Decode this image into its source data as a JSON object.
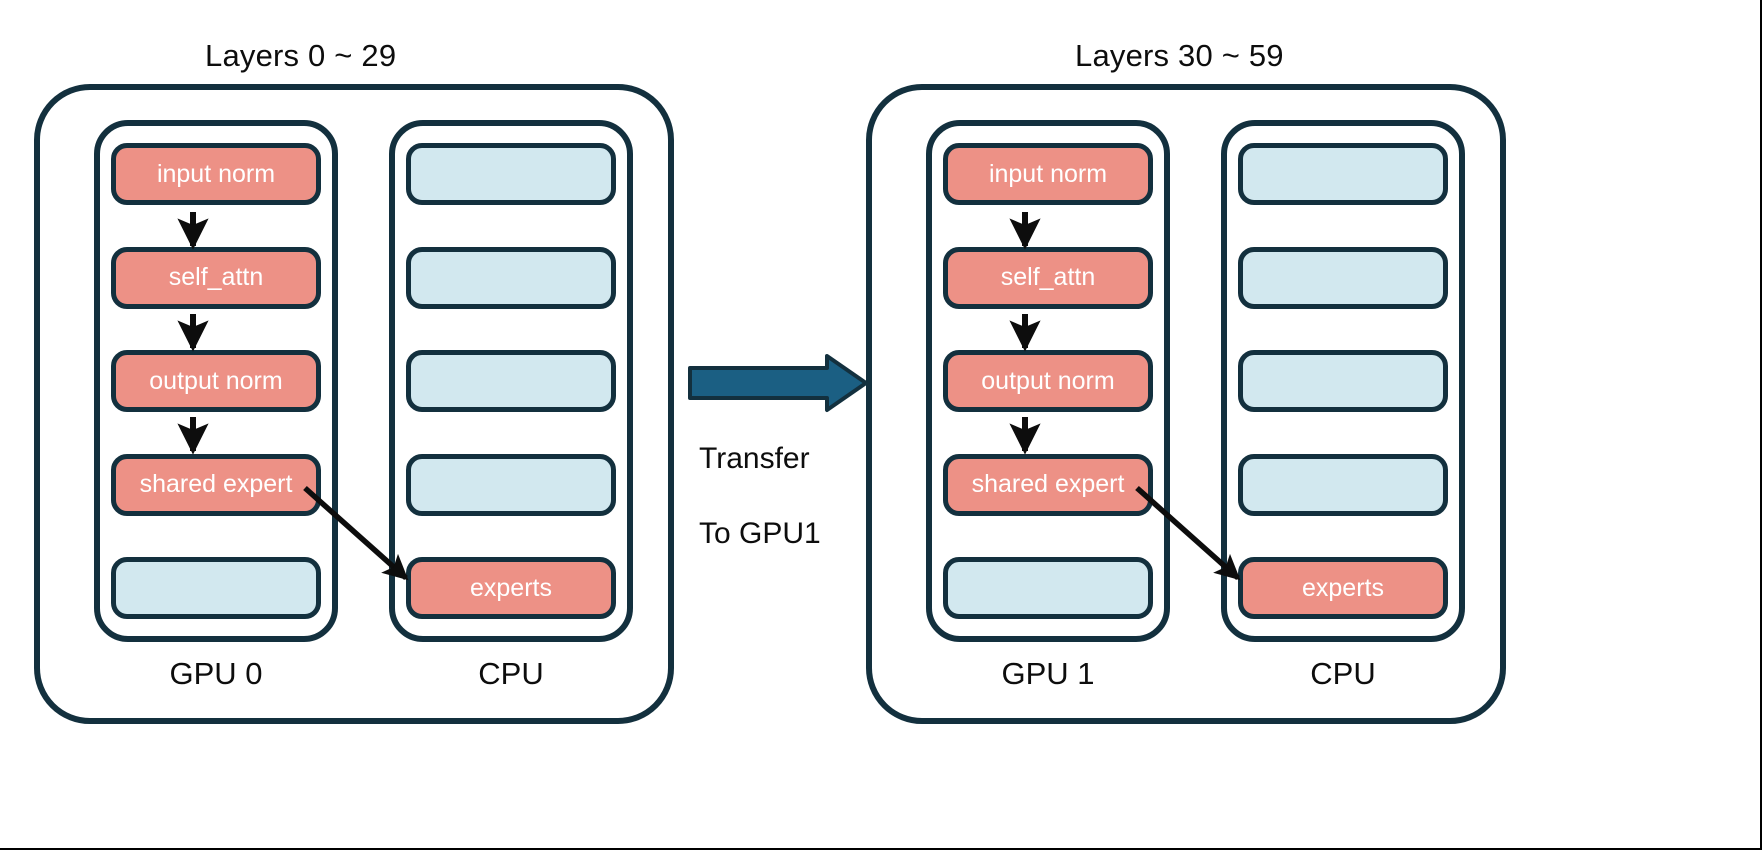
{
  "diagram": {
    "title_left": "Layers 0 ~ 29",
    "title_right": "Layers 30 ~ 59",
    "colors": {
      "active_block": "#ED9186",
      "idle_block": "#D2E8EF",
      "outline": "#13303E",
      "transfer_arrow": "#1B5F83",
      "background": "#FFFFFF",
      "text": "#0D0D0D",
      "block_text": "#FFFFFF"
    },
    "groups": [
      {
        "id": "group-left",
        "title": "Layers 0 ~ 29",
        "gpu": {
          "caption": "GPU 0",
          "blocks": [
            {
              "label": "input norm",
              "state": "active"
            },
            {
              "label": "self_attn",
              "state": "active"
            },
            {
              "label": "output norm",
              "state": "active"
            },
            {
              "label": "shared expert",
              "state": "active"
            },
            {
              "label": "",
              "state": "idle"
            }
          ]
        },
        "cpu": {
          "caption": "CPU",
          "blocks": [
            {
              "label": "",
              "state": "idle"
            },
            {
              "label": "",
              "state": "idle"
            },
            {
              "label": "",
              "state": "idle"
            },
            {
              "label": "",
              "state": "idle"
            },
            {
              "label": "experts",
              "state": "active"
            }
          ]
        }
      },
      {
        "id": "group-right",
        "title": "Layers 30 ~ 59",
        "gpu": {
          "caption": "GPU 1",
          "blocks": [
            {
              "label": "input norm",
              "state": "active"
            },
            {
              "label": "self_attn",
              "state": "active"
            },
            {
              "label": "output norm",
              "state": "active"
            },
            {
              "label": "shared expert",
              "state": "active"
            },
            {
              "label": "",
              "state": "idle"
            }
          ]
        },
        "cpu": {
          "caption": "CPU",
          "blocks": [
            {
              "label": "",
              "state": "idle"
            },
            {
              "label": "",
              "state": "idle"
            },
            {
              "label": "",
              "state": "idle"
            },
            {
              "label": "",
              "state": "idle"
            },
            {
              "label": "experts",
              "state": "active"
            }
          ]
        }
      }
    ],
    "transfer": {
      "label_line1": "Transfer",
      "label_line2": "To GPU1",
      "label": "Transfer\nTo GPU1",
      "direction": "left-to-right"
    },
    "flow_arrows_left": [
      {
        "from": "input norm",
        "to": "self_attn"
      },
      {
        "from": "self_attn",
        "to": "output norm"
      },
      {
        "from": "output norm",
        "to": "shared expert"
      },
      {
        "from": "shared expert",
        "to": "experts"
      }
    ],
    "flow_arrows_right": [
      {
        "from": "input norm",
        "to": "self_attn"
      },
      {
        "from": "self_attn",
        "to": "output norm"
      },
      {
        "from": "output norm",
        "to": "shared expert"
      },
      {
        "from": "shared expert",
        "to": "experts"
      }
    ]
  }
}
